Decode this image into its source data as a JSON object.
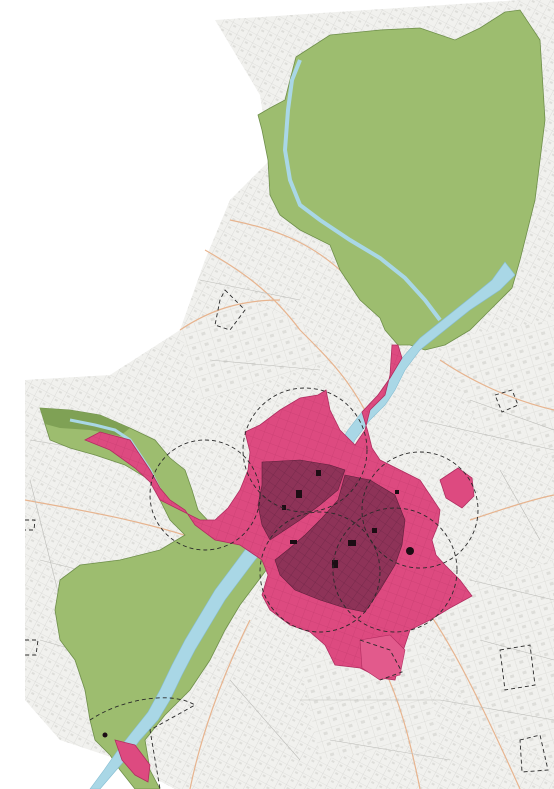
{
  "map": {
    "colors": {
      "background": "#ffffff",
      "urban_fabric": "#e9e9e6",
      "street_line": "#bdbdbd",
      "road_line": "#e8b99a",
      "green_zone": "#9dbd6f",
      "green_zone_stroke": "#6f8f4b",
      "pink_zone": "#e0457c",
      "pink_zone_stroke": "#b12d60",
      "core_zone": "#8a2f55",
      "river": "#a9d7e6",
      "river_edge": "#7fb7cc",
      "buffer_dash": "#2a2a2a"
    },
    "layers": [
      {
        "id": "urban-fabric"
      },
      {
        "id": "green-protected-area"
      },
      {
        "id": "river"
      },
      {
        "id": "pink-protected-area"
      },
      {
        "id": "historic-core"
      },
      {
        "id": "buffer-circles"
      },
      {
        "id": "dashed-boundaries"
      }
    ]
  }
}
